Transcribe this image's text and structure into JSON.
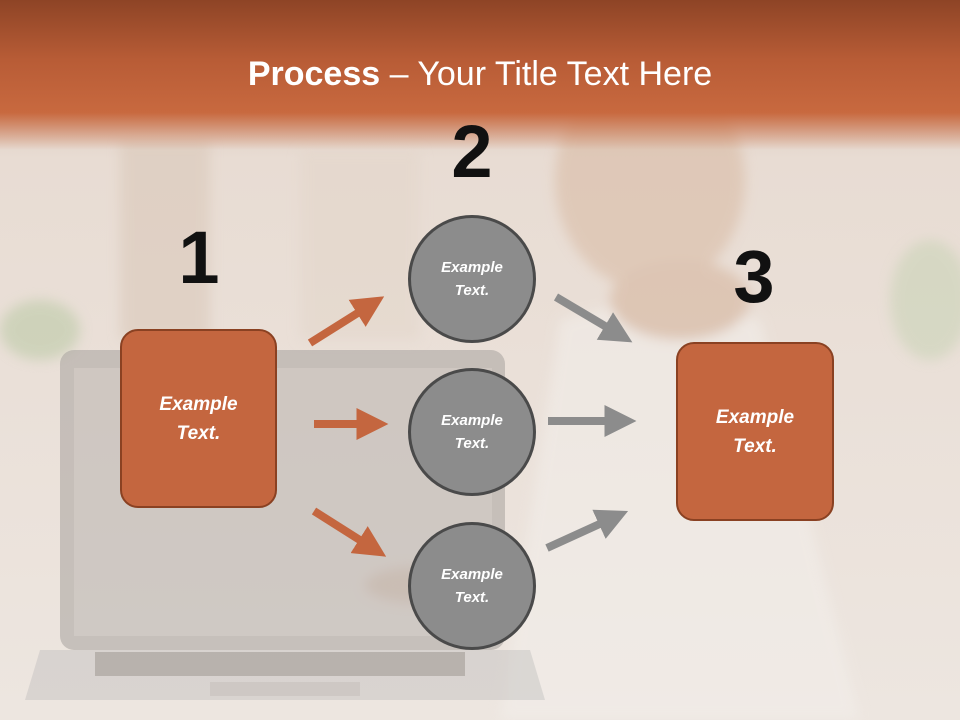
{
  "title": {
    "bold": "Process",
    "rest": " – Your Title Text Here"
  },
  "steps": [
    {
      "number": "1",
      "text_line1": "Example",
      "text_line2": "Text."
    },
    {
      "number": "2",
      "circles": [
        {
          "text_line1": "Example",
          "text_line2": "Text."
        },
        {
          "text_line1": "Example",
          "text_line2": "Text."
        },
        {
          "text_line1": "Example",
          "text_line2": "Text."
        }
      ]
    },
    {
      "number": "3",
      "text_line1": "Example",
      "text_line2": "Text."
    }
  ],
  "colors": {
    "header": "#c4663f",
    "box": "#c4663f",
    "circle": "#8c8c8c",
    "arrow_orange": "#c4663f",
    "arrow_gray": "#8c8c8c"
  }
}
